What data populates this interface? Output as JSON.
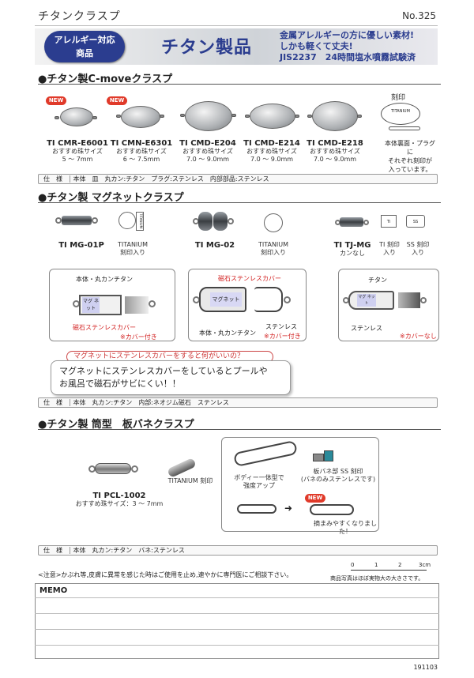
{
  "header": {
    "title": "チタンクラスプ",
    "number": "No.325"
  },
  "banner": {
    "badge_line1": "アレルギー対応",
    "badge_line2": "商品",
    "title": "チタン製品",
    "copy_line1": "金属アレルギーの方に優しい素材!",
    "copy_line2": "しかも軽くて丈夫!",
    "copy_line3": "JIS2237　24時間塩水噴霧試験済"
  },
  "section1": {
    "title": "●チタン製C-moveクラスプ",
    "new_label": "NEW",
    "products": [
      {
        "name": "TI CMR-E6001",
        "sub1": "おすすめ珠サイズ",
        "sub2": "5 ～ 7mm",
        "is_new": true
      },
      {
        "name": "TI CMN-E6301",
        "sub1": "おすすめ珠サイズ",
        "sub2": "6 ～ 7.5mm",
        "is_new": true
      },
      {
        "name": "TI CMD-E204",
        "sub1": "おすすめ珠サイズ",
        "sub2": "7.0 ～ 9.0mm",
        "is_new": false
      },
      {
        "name": "TI CMD-E214",
        "sub1": "おすすめ珠サイズ",
        "sub2": "7.0 ～ 9.0mm",
        "is_new": false
      },
      {
        "name": "TI CMD-E218",
        "sub1": "おすすめ珠サイズ",
        "sub2": "7.0 ～ 9.0mm",
        "is_new": false
      }
    ],
    "engrave_title": "刻印",
    "engrave_text": "TITANIUM",
    "engrave_note1": "本体裏面・プラグに",
    "engrave_note2": "それぞれ刻印が",
    "engrave_note3": "入っています。",
    "spec_label": "仕　様",
    "spec_text": "本体　皿　丸カン:チタン　プラグ:ステンレス　内部部品:ステンレス"
  },
  "section2": {
    "title": "●チタン製 マグネットクラスプ",
    "products": [
      {
        "name": "TI MG-01P"
      },
      {
        "name": "TI MG-02"
      },
      {
        "name": "TI TJ-MG",
        "sub": "カンなし"
      }
    ],
    "engrave1_line1": "TITANIUM",
    "engrave1_line2": "刻印入り",
    "engrave2_line1": "TITANIUM",
    "engrave2_line2": "刻印入り",
    "ti_engrave": "TI 刻印",
    "ti_engrave2": "入り",
    "ss_engrave": "SS 刻印",
    "ss_engrave2": "入り",
    "ti_small": "Ti",
    "ss_small": "SS",
    "tag_text": "TITANIUM",
    "d1_label1": "本体・丸カンチタン",
    "d1_magnet": "マグ ネット",
    "d1_label2": "磁石ステンレスカバー",
    "d1_label3": "※カバー付き",
    "d2_label1": "磁石ステンレスカバー",
    "d2_magnet": "マグネット",
    "d2_label2": "本体・丸カンチタン",
    "d2_label3": "ステンレス",
    "d2_label4": "※カバー付き",
    "d3_label1": "チタン",
    "d3_magnet": "マグ ネット",
    "d3_label2": "ステンレス",
    "d3_label3": "※カバーなし",
    "question": "マグネットにステンレスカバーをすると何がいいの？",
    "answer_line1": "マグネットにステンレスカバーをしているとプールや",
    "answer_line2": "お風呂で磁石がサビにくい！！",
    "spec_label": "仕　様",
    "spec_text": "本体　丸カン:チタン　内部:ネオジム磁石　ステンレス"
  },
  "section3": {
    "title": "●チタン製 筒型　板バネクラスプ",
    "product_name": "TI PCL-1002",
    "product_sub": "おすすめ珠サイズ：3 ～ 7mm",
    "engrave": "TITANIUM 刻印",
    "body_note1": "ボディー一体型で",
    "body_note2": "強度アップ",
    "spring_note1": "板バネ部 SS 刻印",
    "spring_note2": "(バネのみステンレスです)",
    "new_label": "NEW",
    "improve_note": "摘まみやすくなりました！",
    "spec_label": "仕　様",
    "spec_text": "本体　丸カン:チタン　バネ:ステンレス"
  },
  "footer": {
    "caution": "<注意>かぶれ等,皮膚に異常を感じた時はご使用を止め,速やかに専門医にご相談下さい。",
    "scale_ticks": [
      "0",
      "1",
      "2",
      "3cm"
    ],
    "scale_note": "商品写真はほぼ実物大の大きさです。",
    "memo_label": "MEMO",
    "code": "191103"
  }
}
